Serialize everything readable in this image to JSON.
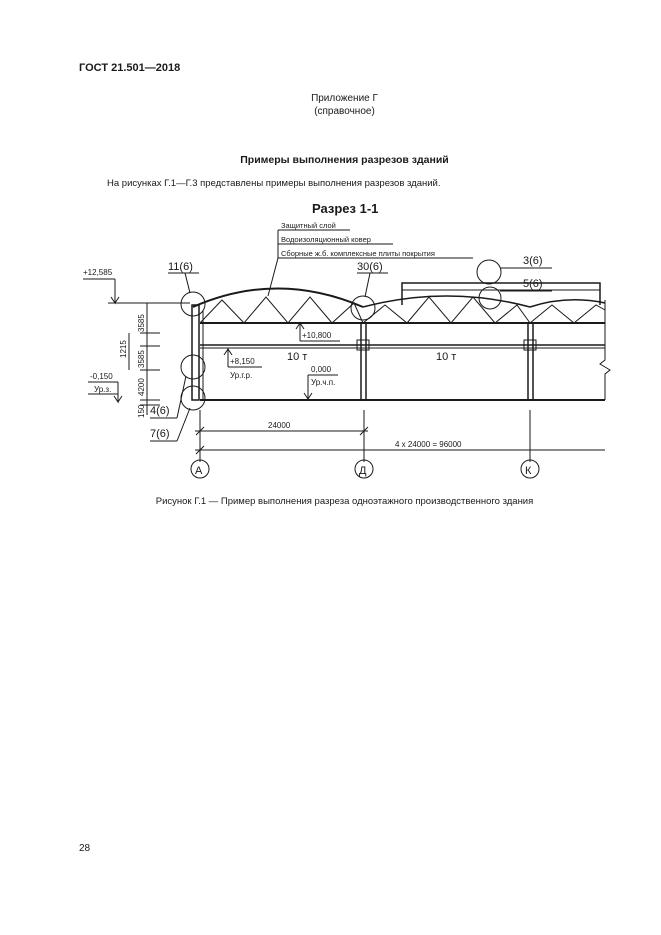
{
  "header": {
    "standard": "ГОСТ 21.501—2018"
  },
  "appendix": {
    "title": "Приложение Г",
    "subtitle": "(справочное)"
  },
  "section": {
    "title": "Примеры выполнения разрезов зданий"
  },
  "intro": {
    "text": "На рисунках Г.1—Г.3 представлены примеры выполнения разрезов зданий."
  },
  "figure": {
    "title": "Разрез 1-1",
    "layers": [
      "Защитный слой",
      "Водоизоляционный ковер",
      "Сборные ж.б. комплексные плиты покрытия"
    ],
    "callouts": {
      "c11": "11(6)",
      "c30": "30(6)",
      "c3": "3(6)",
      "c5": "5(6)",
      "c4": "4(6)",
      "c7": "7(6)"
    },
    "levels": {
      "top": "+12,585",
      "truss": "+10,800",
      "crane": "+8,150",
      "crane_note": "Ур.г.р.",
      "floor": "0,000",
      "floor_note": "Ур.ч.п.",
      "ground": "-0,150",
      "ground_note": "Ур.з."
    },
    "dims_vertical": [
      "3585",
      "1215",
      "3585",
      "4200",
      "150"
    ],
    "crane_loads": [
      "10 т",
      "10 т"
    ],
    "dims_horizontal": {
      "span": "24000",
      "total": "4 х 24000 = 96000"
    },
    "axes": [
      "А",
      "Д",
      "К"
    ],
    "caption": "Рисунок Г.1 — Пример выполнения разреза одноэтажного производственного здания"
  },
  "page": {
    "number": "28"
  }
}
